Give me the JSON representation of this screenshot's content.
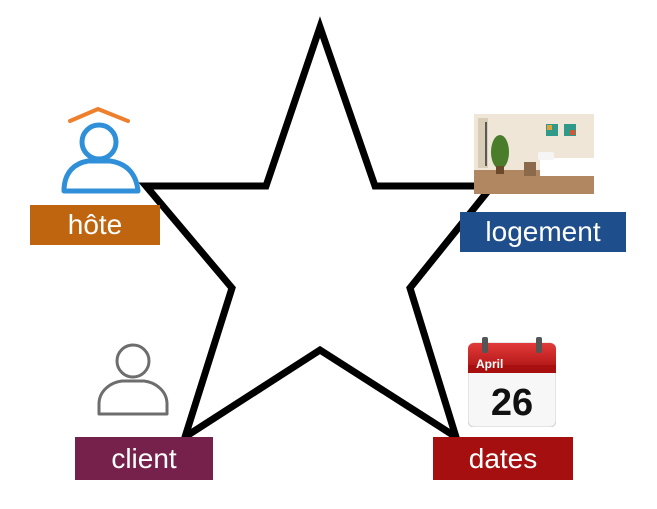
{
  "labels": {
    "hote": "hôte",
    "logement": "logement",
    "client": "client",
    "dates": "dates"
  },
  "calendar": {
    "month": "April",
    "day": "26"
  },
  "colors": {
    "hote": "#c0650f",
    "logement": "#1f4e8c",
    "client": "#76214c",
    "dates": "#a50f0f",
    "star_stroke": "#000000",
    "host_icon": "#2f8fd8",
    "host_roof": "#ee7f2d",
    "client_icon": "#6d6d6d"
  },
  "icons": {
    "hote": "person-with-house-roof-icon",
    "logement": "bedroom-photo",
    "client": "person-outline-icon",
    "dates": "calendar-icon"
  }
}
